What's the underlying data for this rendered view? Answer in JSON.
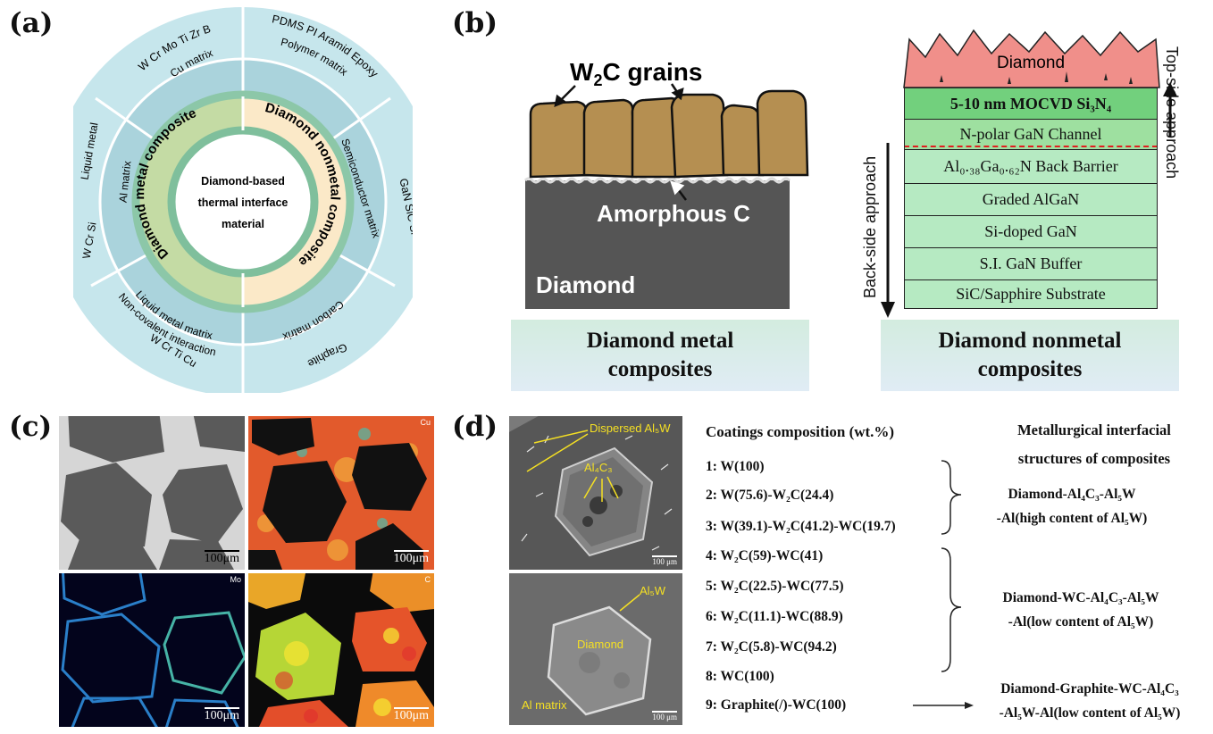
{
  "panel_labels": {
    "a": "(a)",
    "b": "(b)",
    "c": "(c)",
    "d": "(d)"
  },
  "panel_a": {
    "center": "Diamond-based thermal interface material",
    "inner_left": "Diamond metal composite",
    "inner_right": "Diamond nonmetal composite",
    "matrices": {
      "cu": "Cu matrix",
      "polymer": "Polymer matrix",
      "semiconductor": "Semiconductor matrix",
      "carbon": "Carbon matrix",
      "liquid_metal": "Liquid metal matrix",
      "al": "Al matrix"
    },
    "outer": {
      "cu_elements": "W  Cr  Mo  Ti  Zr  B",
      "polymers": "PDMS  PI  Aramid  Epoxy",
      "semis": "GaN  SiC  Si",
      "graphite": "Graphite",
      "liquid_noncov": "Non-covalent interaction",
      "liquid_elements": "W  Cr  Ti  Cu",
      "al_liquid": "Liquid metal",
      "al_elements": "W  Cr  Si"
    },
    "colors": {
      "outer": "#c6e6ec",
      "mid": "#aad3dc",
      "metal_band": "#c4dba4",
      "nonmetal_band": "#fbe9c8",
      "inner_ring": "#7fbf9c"
    }
  },
  "panel_b_left": {
    "grains_label": "W₂C grains",
    "amorphous_label": "Amorphous C",
    "diamond_label": "Diamond",
    "caption": "Diamond metal composites"
  },
  "panel_b_right": {
    "diamond": "Diamond",
    "layers": [
      "5-10 nm MOCVD Si₃N₄",
      "N-polar GaN Channel",
      "Al₀.₃₈Ga₀.₆₂N Back Barrier",
      "Graded AlGaN",
      "Si-doped GaN",
      "S.I. GaN Buffer",
      "SiC/Sapphire Substrate"
    ],
    "top_side": "Top-side approach",
    "back_side": "Back-side approach",
    "caption": "Diamond nonmetal composites"
  },
  "panel_c": {
    "labels": {
      "cu": "Cu",
      "mo": "Mo",
      "c": "C"
    },
    "scale": "100μm"
  },
  "panel_d": {
    "image_labels": {
      "dispersed": "Dispersed Al₅W",
      "al4c3": "Al₄C₃",
      "al5w": "Al₅W",
      "diamond": "Diamond",
      "al_matrix": "Al matrix"
    },
    "scale": "100 μm",
    "coatings_header": "Coatings composition (wt.%)",
    "coatings": [
      "1: W(100)",
      "2: W(75.6)-W₂C(24.4)",
      "3: W(39.1)-W₂C(41.2)-WC(19.7)",
      "4: W₂C(59)-WC(41)",
      "5: W₂C(22.5)-WC(77.5)",
      "6: W₂C(11.1)-WC(88.9)",
      "7: W₂C(5.8)-WC(94.2)",
      "8: WC(100)",
      "9: Graphite(/)-WC(100)"
    ],
    "structures_header": [
      "Metallurgical interfacial",
      "structures of composites"
    ],
    "structures": [
      [
        "Diamond-Al₄C₃-Al₅W",
        "-Al(high content of Al₅W)"
      ],
      [
        "Diamond-WC-Al₄C₃-Al₅W",
        "-Al(low content of Al₅W)"
      ],
      [
        "Diamond-Graphite-WC-Al₄C₃",
        "-Al₅W-Al(low content of Al₅W)"
      ]
    ]
  }
}
